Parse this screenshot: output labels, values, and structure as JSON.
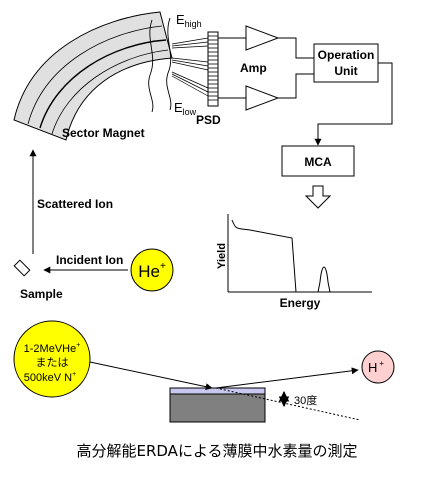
{
  "labels": {
    "e_high_main": "E",
    "e_high_sub": "high",
    "e_low_main": "E",
    "e_low_sub": "low",
    "amp": "Amp",
    "operation_line1": "Operation",
    "operation_line2": "Unit",
    "psd": "PSD",
    "sector_magnet": "Sector Magnet",
    "mca": "MCA",
    "scattered_ion": "Scattered Ion",
    "incident_ion": "Incident Ion",
    "he_ion_main": "He",
    "he_ion_sup": "+",
    "sample": "Sample",
    "yield_axis": "Yield",
    "energy_axis": "Energy",
    "beam_line1_main": "1-2MeVHe",
    "beam_line1_sup": "+",
    "beam_line2": "または",
    "beam_line3_main": "500keV N",
    "beam_line3_sup": "+",
    "h_ion_main": "H",
    "h_ion_sup": "+",
    "angle": "30度",
    "caption": "高分解能ERDAによる薄膜中水素量の測定"
  },
  "colors": {
    "line": "#000000",
    "ion_yellow": "#ffff00",
    "h_ion_pink": "#ffd0d0",
    "film_lavender": "#c8c8f0",
    "substrate_gray": "#808080",
    "magnet_gray": "#e0e0e0"
  }
}
